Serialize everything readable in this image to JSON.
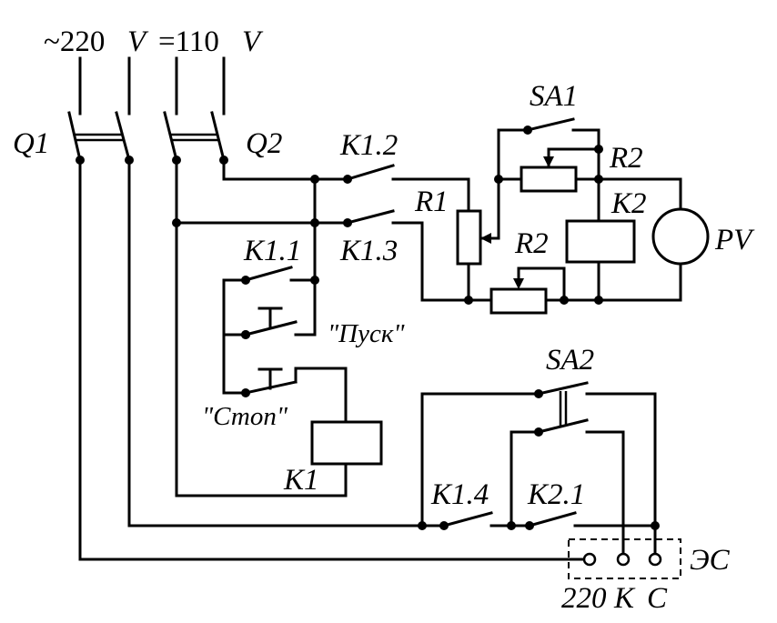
{
  "supply": {
    "ac": "~220",
    "ac_unit": "V",
    "dc": "=110",
    "dc_unit": "V"
  },
  "labels": {
    "q1": "Q1",
    "q2": "Q2",
    "k1_2": "K1.2",
    "k1_3": "K1.3",
    "k1_1": "K1.1",
    "k1_4": "K1.4",
    "k2_1": "K2.1",
    "k1": "K1",
    "k2": "K2",
    "r1": "R1",
    "r2_top": "R2",
    "r2_bottom": "R2",
    "sa1": "SA1",
    "sa2": "SA2",
    "pv": "PV",
    "start": "\"Пуск\"",
    "stop": "\"Стоп\"",
    "es": "ЭС",
    "term_220": "220",
    "term_k": "К",
    "term_c": "С"
  }
}
